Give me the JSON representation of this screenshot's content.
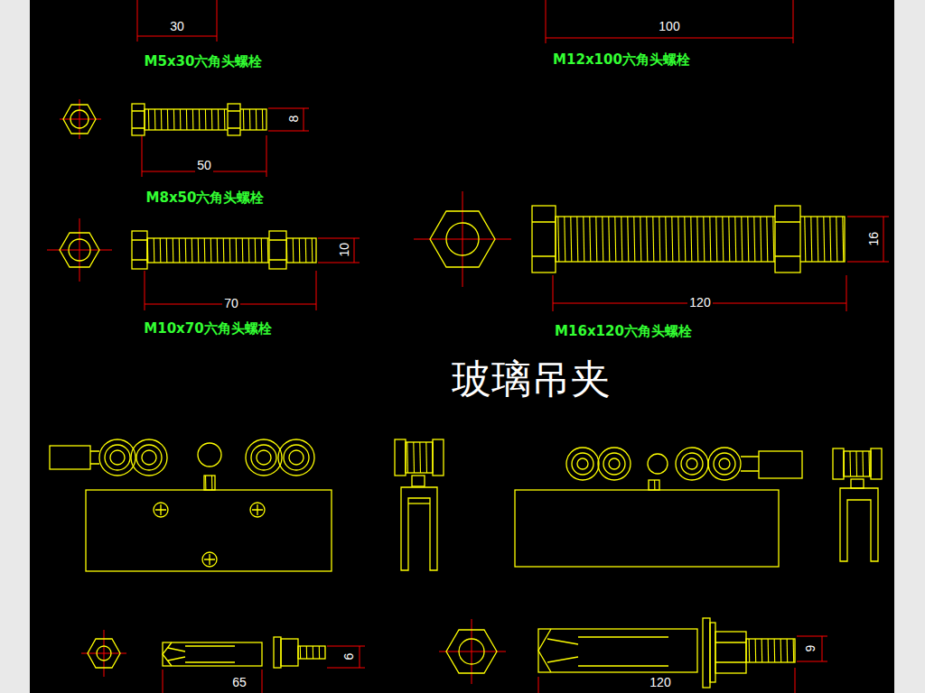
{
  "diagram": {
    "title": "玻璃吊夹",
    "labels": [
      "30",
      "M5x30六角头螺栓",
      "100",
      "M12x100六角头螺栓",
      "8",
      "50",
      "M8x50六角头螺栓",
      "10",
      "70",
      "M10x70六角头螺栓",
      "16",
      "120",
      "M16x120六角头螺栓",
      "6",
      "65",
      "9",
      "120"
    ]
  }
}
